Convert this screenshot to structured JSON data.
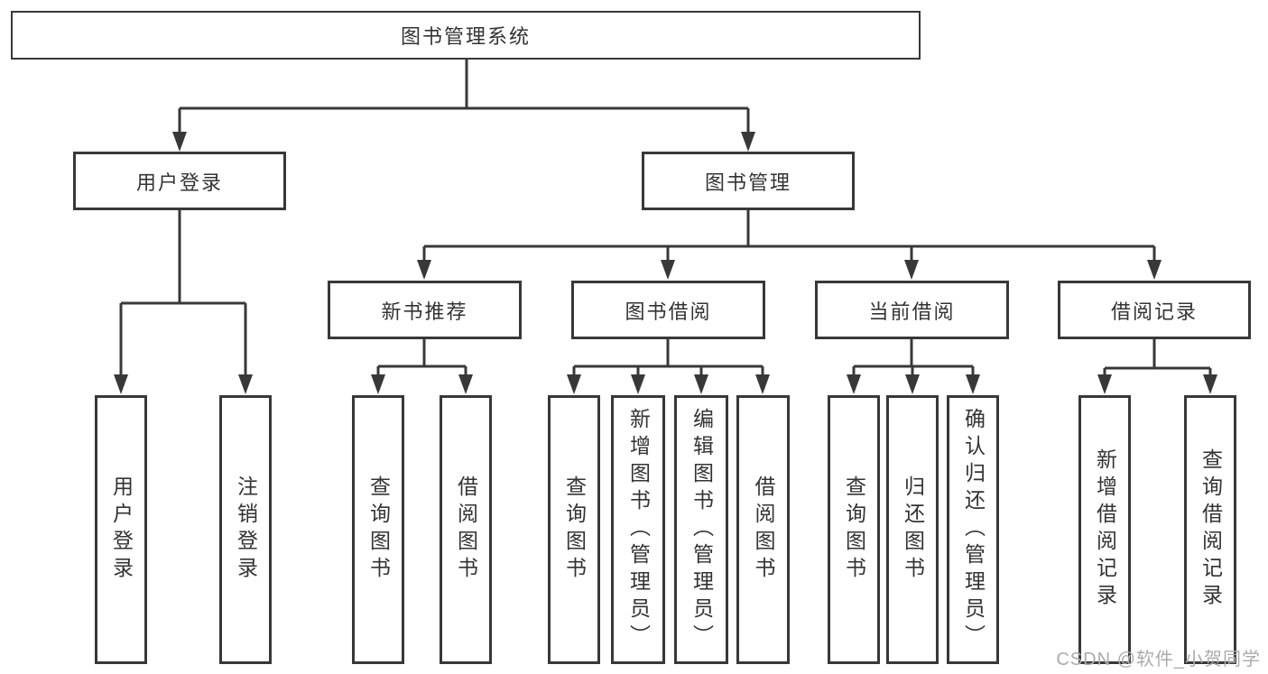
{
  "tree": {
    "root": {
      "label": "图书管理系统",
      "children": [
        {
          "label": "用户登录",
          "children": [
            {
              "label": "用户登录"
            },
            {
              "label": "注销登录"
            }
          ]
        },
        {
          "label": "图书管理",
          "children": [
            {
              "label": "新书推荐",
              "children": [
                {
                  "label": "查询图书"
                },
                {
                  "label": "借阅图书"
                }
              ]
            },
            {
              "label": "图书借阅",
              "children": [
                {
                  "label": "查询图书"
                },
                {
                  "label": "新增图书（管理员）"
                },
                {
                  "label": "编辑图书（管理员）"
                },
                {
                  "label": "借阅图书"
                }
              ]
            },
            {
              "label": "当前借阅",
              "children": [
                {
                  "label": "查询图书"
                },
                {
                  "label": "归还图书"
                },
                {
                  "label": "确认归还（管理员）"
                }
              ]
            },
            {
              "label": "借阅记录",
              "children": [
                {
                  "label": "新增借阅记录"
                },
                {
                  "label": "查询借阅记录"
                }
              ]
            }
          ]
        }
      ]
    }
  },
  "watermark": "CSDN @软件_小贺同学",
  "colors": {
    "line": "#383838",
    "text": "#333333",
    "watermark": "#ababab",
    "background": "#ffffff"
  }
}
